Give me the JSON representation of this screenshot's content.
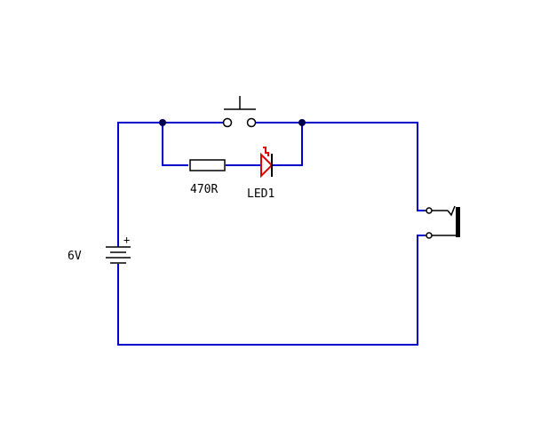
{
  "colors": {
    "wire": "#0000cc",
    "component": "#000000",
    "led": "#dd0000",
    "junction": "#00004d",
    "background": "#ffffff"
  },
  "components": {
    "battery": {
      "label": "6V",
      "polarity": "+"
    },
    "resistor": {
      "label": "470R"
    },
    "led": {
      "label": "LED1"
    },
    "push_switch": {
      "label": ""
    },
    "jack": {
      "label": ""
    }
  }
}
